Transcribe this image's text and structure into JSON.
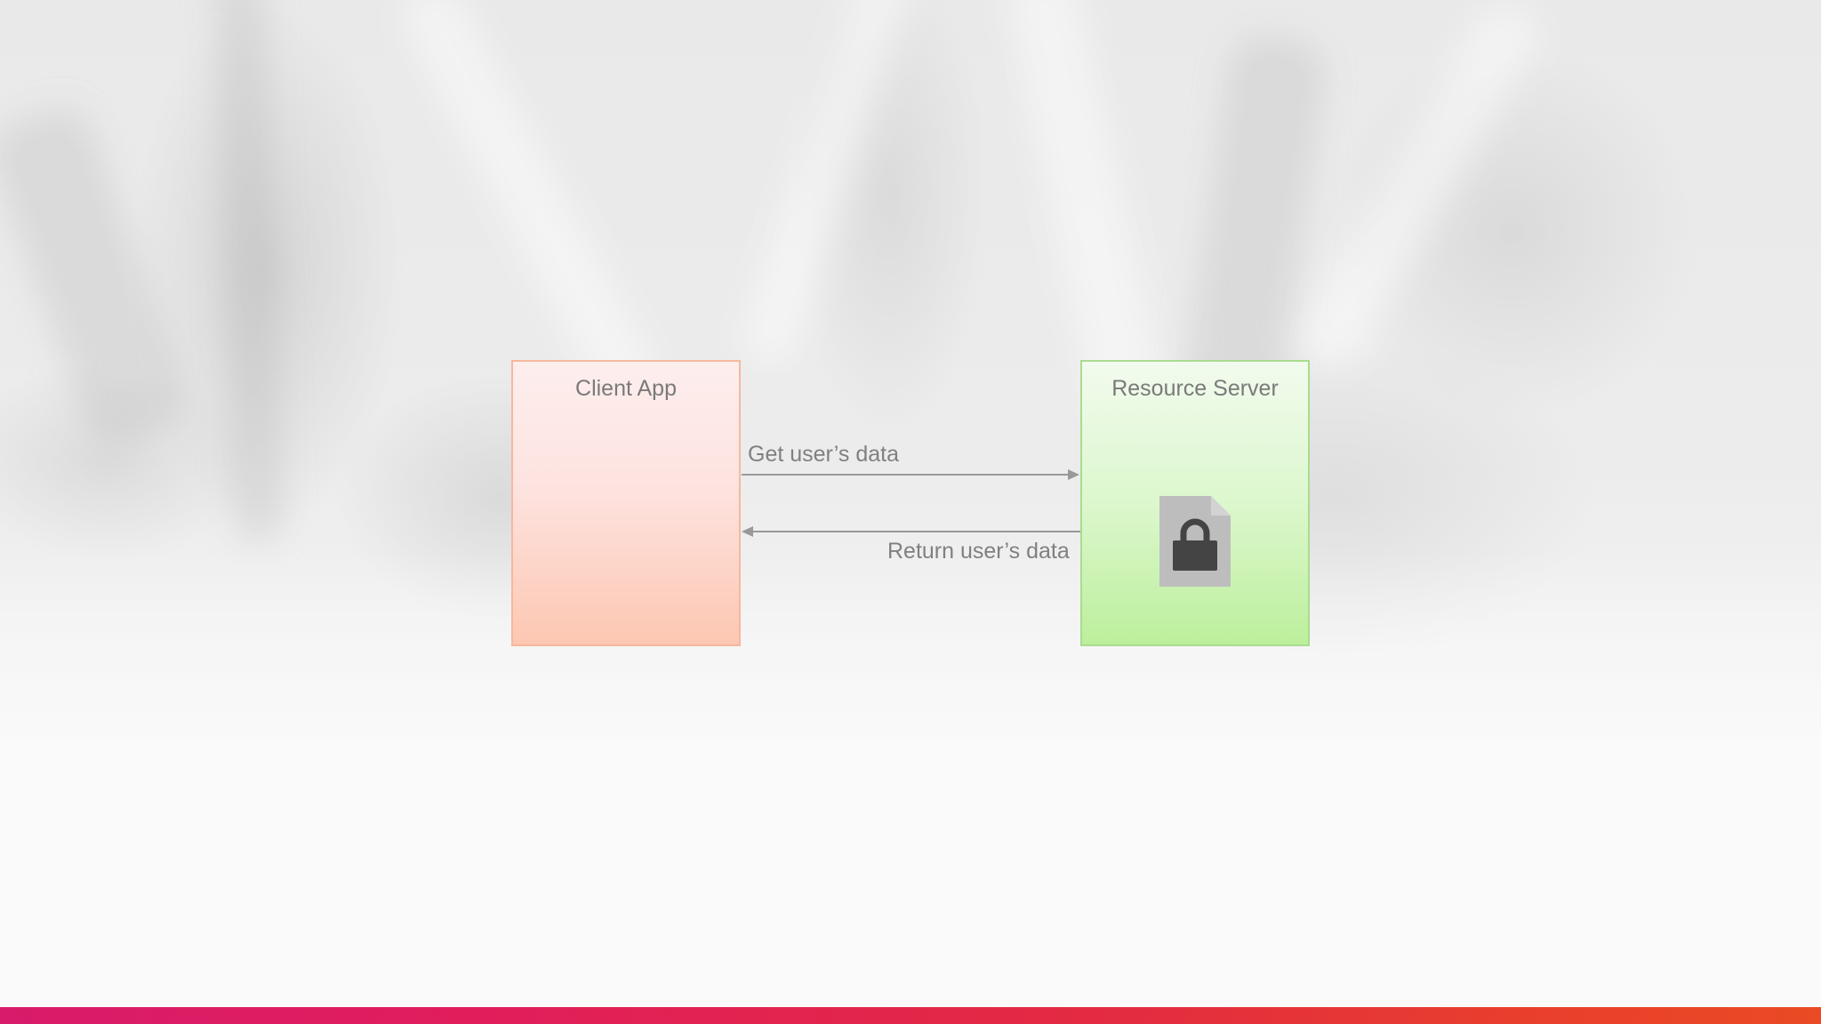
{
  "diagram": {
    "client": {
      "title": "Client App"
    },
    "server": {
      "title": "Resource Server",
      "icon": "lock-document-icon"
    },
    "messages": {
      "request": "Get user’s data",
      "response": "Return user’s data"
    }
  },
  "colors": {
    "client_border": "#f6b89c",
    "server_border": "#a9dc8f",
    "arrow": "#999999",
    "bottom_bar_start": "#d81b6a",
    "bottom_bar_end": "#ea4a24"
  }
}
